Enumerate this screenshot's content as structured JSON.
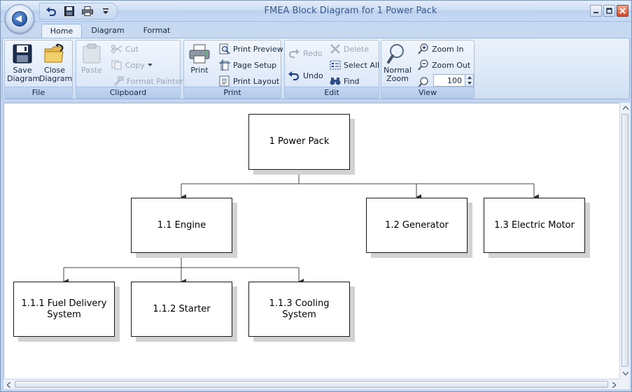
{
  "window": {
    "title": "FMEA Block Diagram for 1 Power Pack"
  },
  "quick_access": [
    {
      "name": "undo-icon"
    },
    {
      "name": "save-icon"
    },
    {
      "name": "print-icon"
    },
    {
      "name": "customize-qat-icon"
    }
  ],
  "tabs": [
    {
      "label": "Home",
      "active": true
    },
    {
      "label": "Diagram",
      "active": false
    },
    {
      "label": "Format",
      "active": false
    }
  ],
  "ribbon": {
    "file": {
      "group_label": "File",
      "save_label_1": "Save",
      "save_label_2": "Diagram",
      "close_label_1": "Close",
      "close_label_2": "Diagram"
    },
    "clipboard": {
      "group_label": "Clipboard",
      "paste_label": "Paste",
      "cut_label": "Cut",
      "copy_label": "Copy",
      "format_painter_label": "Format Painter"
    },
    "print": {
      "group_label": "Print",
      "print_label": "Print",
      "print_preview_label": "Print Preview",
      "page_setup_label": "Page Setup",
      "print_layout_label": "Print Layout"
    },
    "edit": {
      "group_label": "Edit",
      "redo_label": "Redo",
      "undo_label": "Undo",
      "delete_label": "Delete",
      "select_all_label": "Select All",
      "find_label": "Find"
    },
    "view": {
      "group_label": "View",
      "normal_zoom_label_1": "Normal",
      "normal_zoom_label_2": "Zoom",
      "zoom_in_label": "Zoom In",
      "zoom_out_label": "Zoom Out",
      "zoom_value": "100"
    }
  },
  "diagram": {
    "nodes": {
      "root": "1 Power Pack",
      "engine": "1.1 Engine",
      "generator": "1.2 Generator",
      "motor": "1.3 Electric Motor",
      "fuel": "1.1.1 Fuel Delivery System",
      "starter": "1.1.2 Starter",
      "cooling": "1.1.3 Cooling System"
    }
  },
  "colors": {
    "ribbon_bg": "#dce8f7",
    "title_text": "#3c5a86",
    "node_border": "#1a1a1a",
    "node_shadow": "#d2d2d2",
    "close_button": "#d34a26"
  }
}
